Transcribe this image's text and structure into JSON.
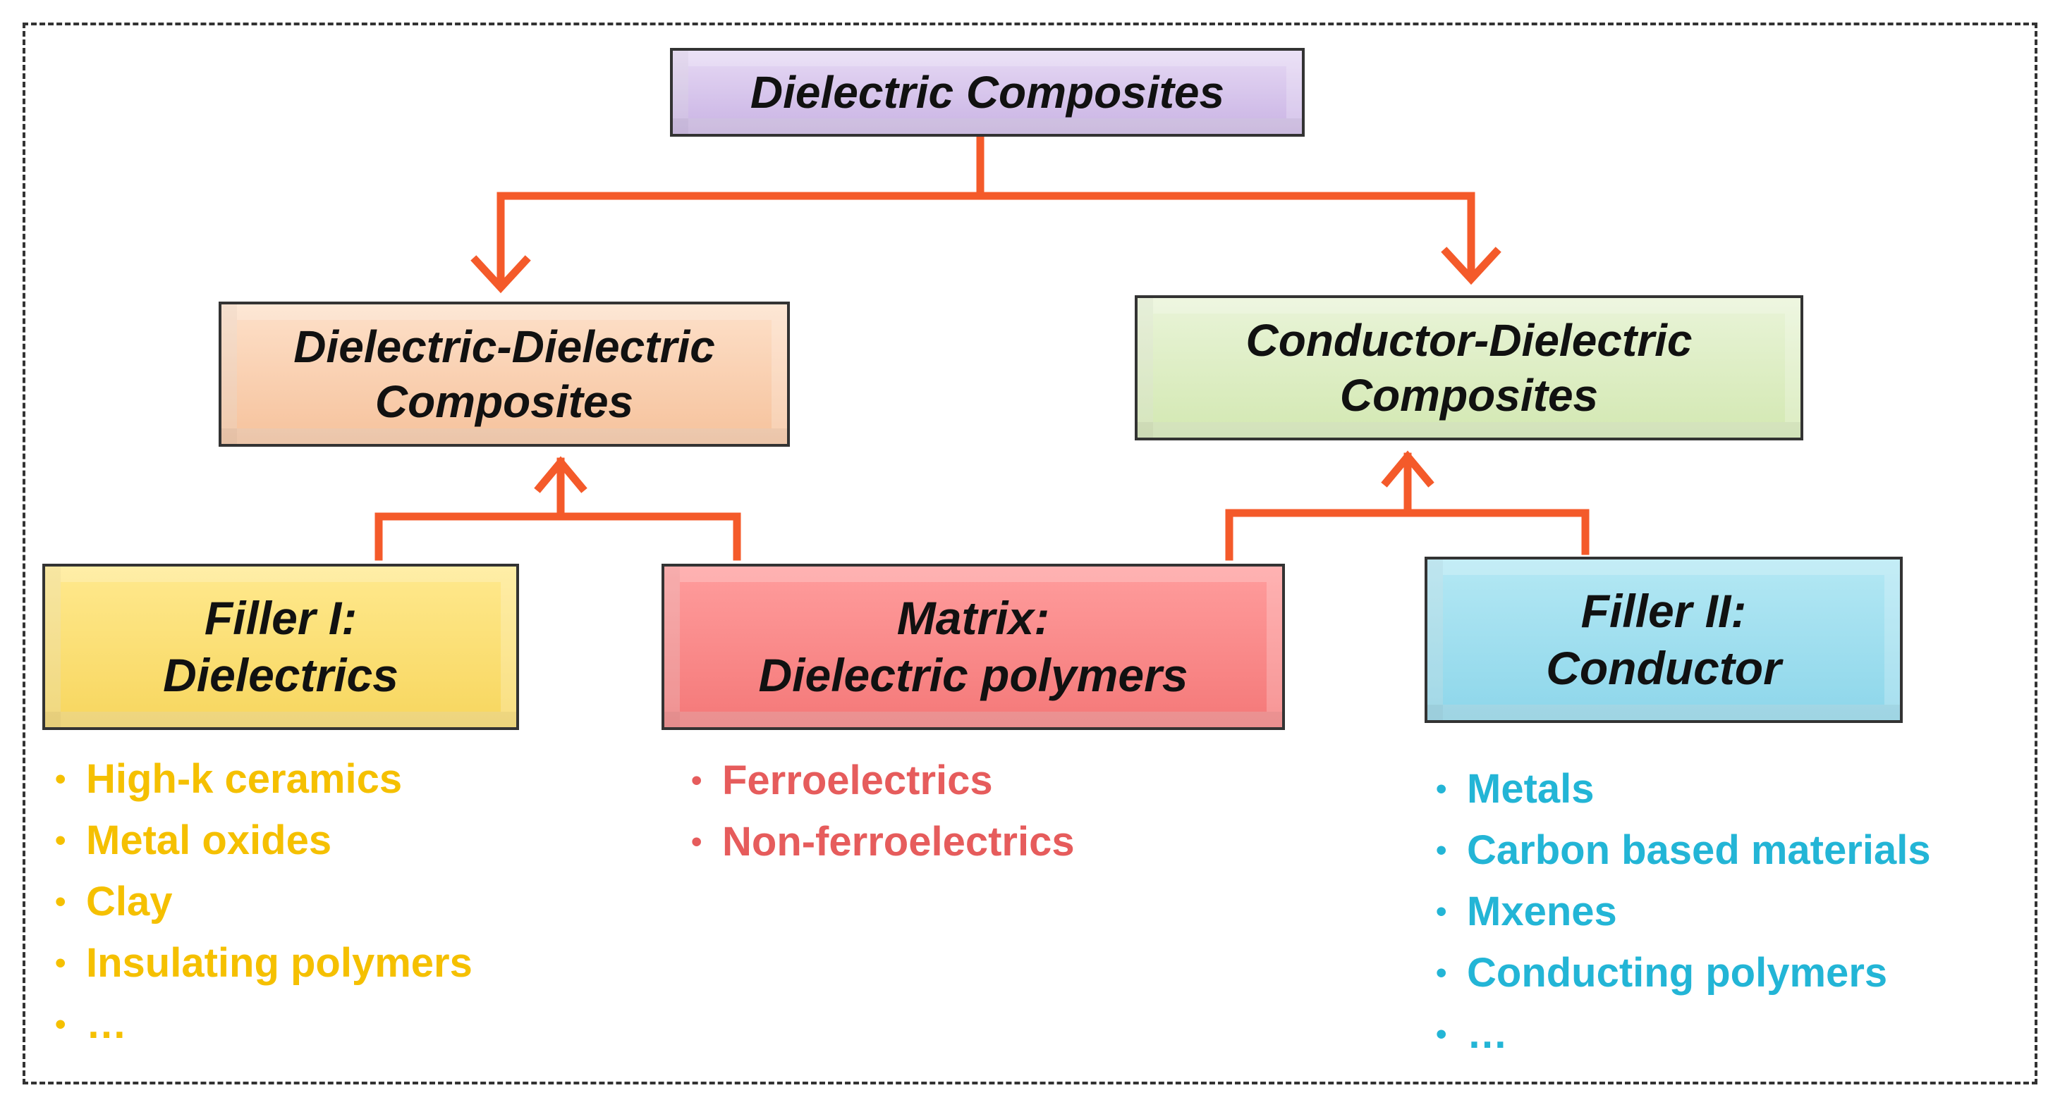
{
  "root": {
    "title": "Dielectric Composites"
  },
  "composites": {
    "dielectric_dielectric": {
      "line1": "Dielectric-Dielectric",
      "line2": "Composites"
    },
    "conductor_dielectric": {
      "line1": "Conductor-Dielectric",
      "line2": "Composites"
    }
  },
  "components": {
    "filler1": {
      "line1": "Filler I:",
      "line2": "Dielectrics",
      "items": [
        "High-k ceramics",
        "Metal oxides",
        "Clay",
        "Insulating polymers",
        "…"
      ]
    },
    "matrix": {
      "line1": "Matrix:",
      "line2": "Dielectric polymers",
      "items": [
        "Ferroelectrics",
        "Non-ferroelectrics"
      ]
    },
    "filler2": {
      "line1": "Filler II:",
      "line2": "Conductor",
      "items": [
        "Metals",
        "Carbon based materials",
        "Mxenes",
        "Conducting polymers",
        "…"
      ]
    }
  },
  "colors": {
    "connector": "#f45a2a",
    "filler1_text": "#f5c000",
    "matrix_text": "#e65c5c",
    "filler2_text": "#23b5d6"
  }
}
